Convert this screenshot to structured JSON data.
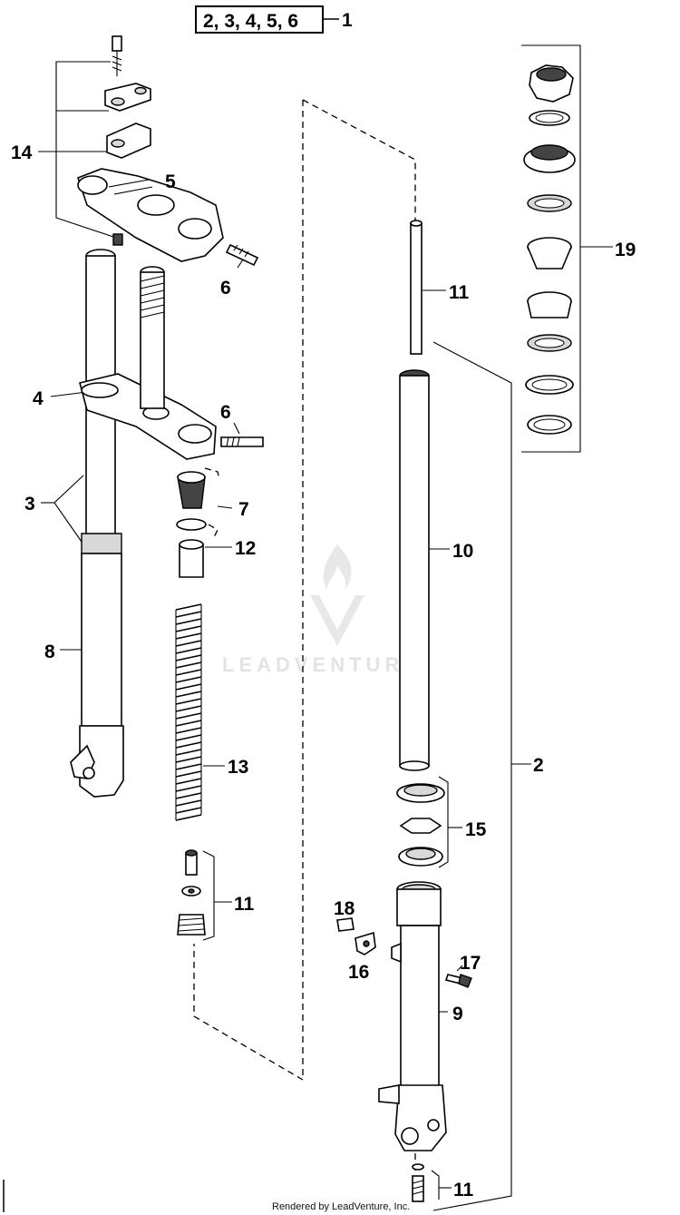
{
  "header": {
    "kit_label": "2, 3, 4, 5, 6",
    "kit_callout": "1"
  },
  "callouts": {
    "c2": "2",
    "c3": "3",
    "c4": "4",
    "c5": "5",
    "c6a": "6",
    "c6b": "6",
    "c7": "7",
    "c8": "8",
    "c9": "9",
    "c10": "10",
    "c11a": "11",
    "c11b": "11",
    "c11c": "11",
    "c12": "12",
    "c13": "13",
    "c14": "14",
    "c15": "15",
    "c16": "16",
    "c17": "17",
    "c18": "18",
    "c19": "19"
  },
  "watermark": "LEADVENTURE",
  "footer": "Rendered by LeadVenture, Inc.",
  "colors": {
    "line": "#000000",
    "watermark": "#e3e3e3",
    "background": "#ffffff"
  }
}
